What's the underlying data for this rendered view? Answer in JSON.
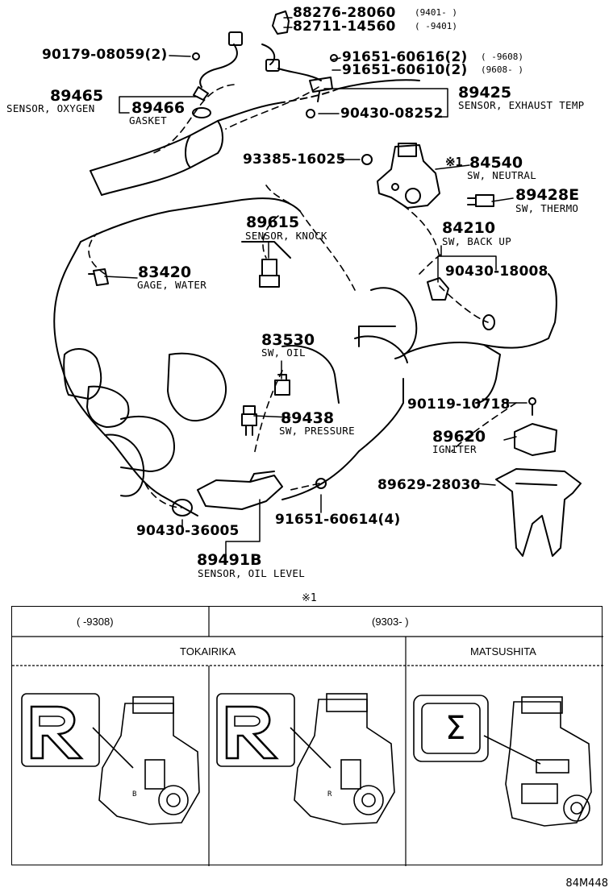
{
  "parts": {
    "p88276": {
      "num": "88276-28060",
      "date": "(9401-     )"
    },
    "p82711": {
      "num": "82711-14560",
      "date": "(     -9401)"
    },
    "p90179": {
      "num": "90179-08059(2)"
    },
    "p91651a": {
      "num": "91651-60616(2)",
      "date": "(     -9608)"
    },
    "p91651b": {
      "num": "91651-60610(2)",
      "date": "(9608-     )"
    },
    "p89465": {
      "num": "89465",
      "desc": "SENSOR, OXYGEN"
    },
    "p89466": {
      "num": "89466",
      "desc": "GASKET"
    },
    "p89425": {
      "num": "89425",
      "desc": "SENSOR, EXHAUST TEMP"
    },
    "p90430a": {
      "num": "90430-08252"
    },
    "p93385": {
      "num": "93385-16025"
    },
    "p84540": {
      "num": "84540",
      "mark": "※1",
      "desc": "SW, NEUTRAL"
    },
    "p89428E": {
      "num": "89428E",
      "desc": "SW, THERMO"
    },
    "p89615": {
      "num": "89615",
      "desc": "SENSOR, KNOCK"
    },
    "p84210": {
      "num": "84210",
      "desc": "SW, BACK UP"
    },
    "p90430b": {
      "num": "90430-18008"
    },
    "p83420": {
      "num": "83420",
      "desc": "GAGE, WATER"
    },
    "p83530": {
      "num": "83530",
      "desc": "SW, OIL"
    },
    "p90119": {
      "num": "90119-10718"
    },
    "p89438": {
      "num": "89438",
      "desc": "SW, PRESSURE"
    },
    "p89620": {
      "num": "89620",
      "desc": "IGNITER"
    },
    "p89629": {
      "num": "89629-28030"
    },
    "p90430c": {
      "num": "90430-36005"
    },
    "p91651c": {
      "num": "91651-60614(4)"
    },
    "p89491B": {
      "num": "89491B",
      "desc": "SENSOR, OIL LEVEL"
    }
  },
  "table": {
    "note": "※1",
    "date_left": "(      -9308)",
    "date_right": "(9303-      )",
    "maker_left": "TOKAIRIKA",
    "maker_right": "MATSUSHITA",
    "mark_tokai_1": "R",
    "mark_tokai_2": "R",
    "mark_matsu": "Σ",
    "mini_label_1": "B",
    "mini_label_2": "R"
  },
  "ref_code": "84M448"
}
